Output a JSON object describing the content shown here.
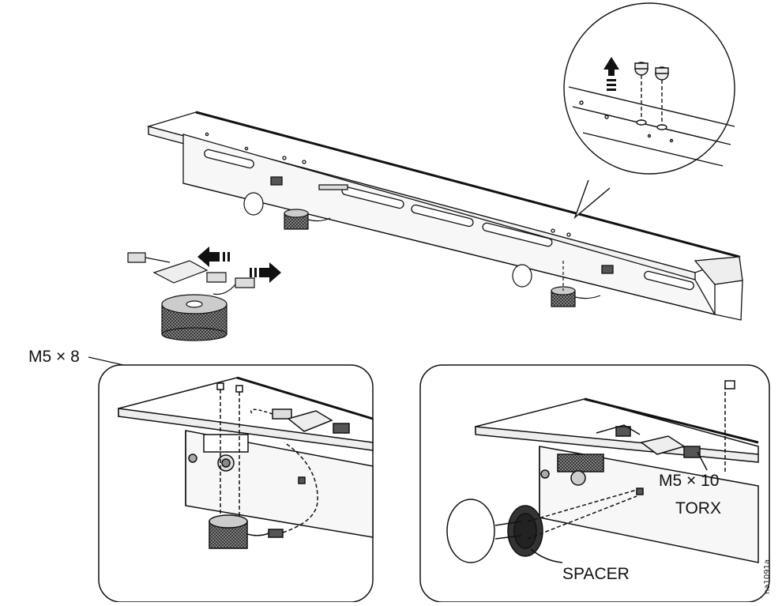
{
  "labels": {
    "screw_m5x8": "M5 × 8",
    "screw_m5x10": "M5 × 10",
    "torx": "TORX",
    "spacer": "SPACER",
    "figure_id": "na1091a"
  },
  "colors": {
    "stroke": "#111111",
    "fill_light": "#ffffff",
    "fill_gray": "#d9d9d9",
    "fill_dark": "#555555"
  },
  "icons": [
    "up-arrow-icon",
    "left-arrow-icon",
    "right-arrow-icon"
  ]
}
